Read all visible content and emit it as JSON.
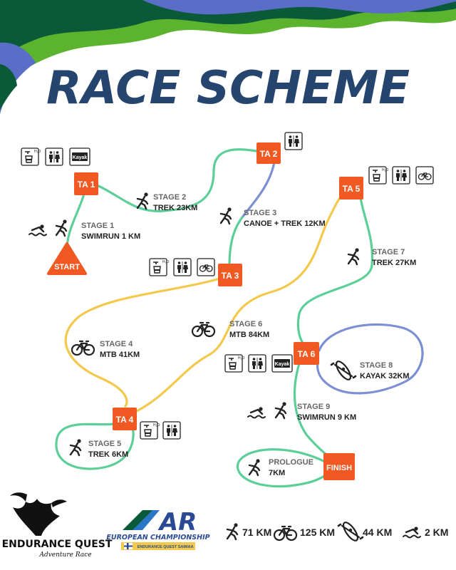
{
  "title": "RACE SCHEME",
  "colors": {
    "title": "#25456e",
    "node": "#f05a22",
    "node_text": "#ffffff",
    "trek": "#5ccf98",
    "bike": "#f2c94c",
    "canoe": "#7d8fd3",
    "label_dark": "#222222",
    "label_grey": "#666666",
    "green": "#5bb32e",
    "blue": "#5a6ec7",
    "dark_green": "#0a5a3a"
  },
  "nodes": {
    "start": "START",
    "ta1": "TA 1",
    "ta2": "TA 2",
    "ta3": "TA 3",
    "ta4": "TA 4",
    "ta5": "TA 5",
    "ta6": "TA 6",
    "finish": "FINISH"
  },
  "stages": [
    {
      "id": "s1",
      "name": "STAGE 1",
      "desc": "SWIMRUN  1 KM"
    },
    {
      "id": "s2",
      "name": "STAGE 2",
      "desc": "TREK 23KM"
    },
    {
      "id": "s3",
      "name": "STAGE 3",
      "desc": "CANOE + TREK 12KM"
    },
    {
      "id": "s4",
      "name": "STAGE 4",
      "desc": "MTB 41KM"
    },
    {
      "id": "s5",
      "name": "STAGE 5",
      "desc": "TREK 6KM"
    },
    {
      "id": "s6",
      "name": "STAGE 6",
      "desc": "MTB 84KM"
    },
    {
      "id": "s7",
      "name": "STAGE 7",
      "desc": "TREK 27KM"
    },
    {
      "id": "s8",
      "name": "STAGE 8",
      "desc": "KAYAK 32KM"
    },
    {
      "id": "s9",
      "name": "STAGE 9",
      "desc": "SWIMRUN  9 KM"
    },
    {
      "id": "pro",
      "name": "PROLOGUE",
      "desc": "7KM"
    }
  ],
  "amenities": {
    "water_label": "H₂O",
    "kayak_label": "Kayak"
  },
  "logos": {
    "eq_name": "ENDURANCE QUEST",
    "eq_sub": "Adventure Race",
    "ar_mark": "AR",
    "ar_line": "EUROPEAN CHAMPIONSHIP",
    "ar_banner": "ENDURANCE QUEST SAIMAA"
  },
  "totals": [
    {
      "id": "trek",
      "icon": "runner-icon",
      "value": "71 KM"
    },
    {
      "id": "bike",
      "icon": "bicycle-icon",
      "value": "125 KM"
    },
    {
      "id": "kayak",
      "icon": "kayak-icon",
      "value": "44 KM"
    },
    {
      "id": "swim",
      "icon": "swimmer-icon",
      "value": "2 KM"
    }
  ]
}
